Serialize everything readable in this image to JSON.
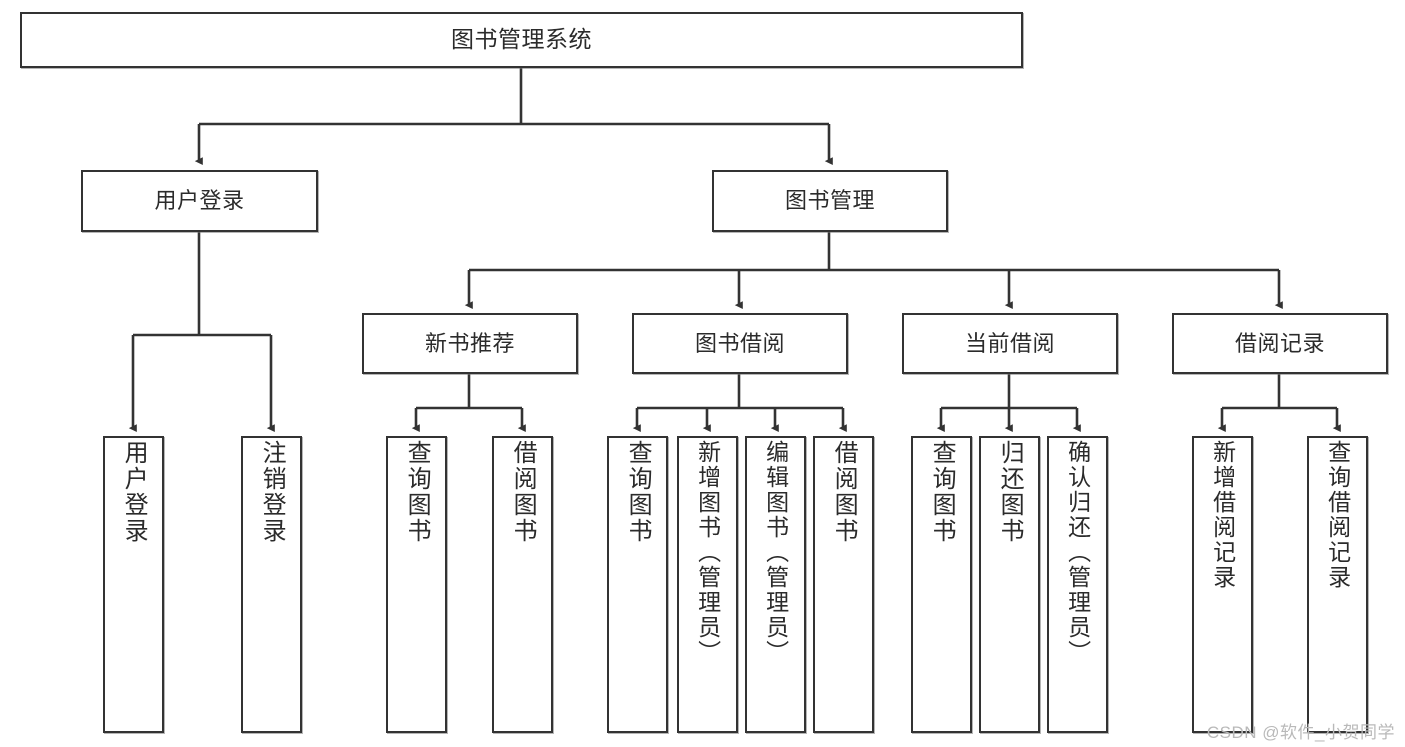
{
  "diagram": {
    "title": "图书管理系统",
    "type": "tree",
    "colors": {
      "box_border": "#333333",
      "box_fill": "#ffffff",
      "connector": "#333333",
      "text": "#2b2b2b",
      "watermark": "#b9b9b9",
      "background": "#ffffff"
    },
    "levels": {
      "root": {
        "label": "图书管理系统"
      },
      "level2": [
        {
          "id": "user-login",
          "label": "用户登录"
        },
        {
          "id": "book-management",
          "label": "图书管理"
        }
      ],
      "level3": [
        {
          "id": "new-book-recommend",
          "label": "新书推荐",
          "parent": "book-management"
        },
        {
          "id": "book-borrow",
          "label": "图书借阅",
          "parent": "book-management"
        },
        {
          "id": "current-borrow",
          "label": "当前借阅",
          "parent": "book-management"
        },
        {
          "id": "borrow-record",
          "label": "借阅记录",
          "parent": "book-management"
        }
      ],
      "leaves": [
        {
          "id": "leaf-user-login",
          "label": "用户登录",
          "parent": "user-login"
        },
        {
          "id": "leaf-logout",
          "label": "注销登录",
          "parent": "user-login"
        },
        {
          "id": "leaf-query-book-1",
          "label": "查询图书",
          "parent": "new-book-recommend"
        },
        {
          "id": "leaf-borrow-book-1",
          "label": "借阅图书",
          "parent": "new-book-recommend"
        },
        {
          "id": "leaf-query-book-2",
          "label": "查询图书",
          "parent": "book-borrow"
        },
        {
          "id": "leaf-add-book",
          "label": "新增图书（管理员）",
          "parent": "book-borrow"
        },
        {
          "id": "leaf-edit-book",
          "label": "编辑图书（管理员）",
          "parent": "book-borrow"
        },
        {
          "id": "leaf-borrow-book-2",
          "label": "借阅图书",
          "parent": "book-borrow"
        },
        {
          "id": "leaf-query-book-3",
          "label": "查询图书",
          "parent": "current-borrow"
        },
        {
          "id": "leaf-return-book",
          "label": "归还图书",
          "parent": "current-borrow"
        },
        {
          "id": "leaf-confirm-return",
          "label": "确认归还（管理员）",
          "parent": "current-borrow"
        },
        {
          "id": "leaf-add-record",
          "label": "新增借阅记录",
          "parent": "borrow-record"
        },
        {
          "id": "leaf-query-record",
          "label": "查询借阅记录",
          "parent": "borrow-record"
        }
      ]
    },
    "watermark": "CSDN @软件_小贺同学"
  }
}
